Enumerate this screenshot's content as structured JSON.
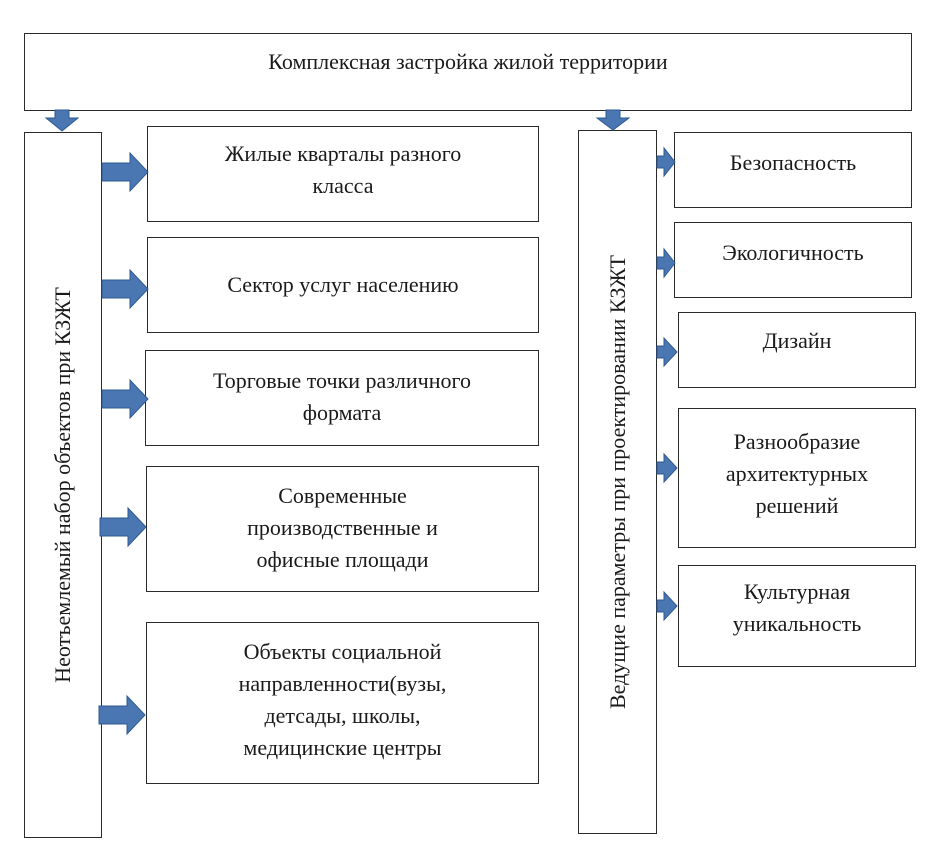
{
  "header": {
    "title": "Комплексная застройка жилой территории"
  },
  "left_column": {
    "label": "Неотъемлемый  набор объектов при КЗЖТ",
    "items": [
      {
        "lines": [
          "Жилые кварталы разного",
          "класса"
        ]
      },
      {
        "lines": [
          "Сектор услуг населению"
        ]
      },
      {
        "lines": [
          "Торговые точки различного",
          "формата"
        ]
      },
      {
        "lines": [
          "Современные",
          "производственные и",
          "офисные площади"
        ]
      },
      {
        "lines": [
          "Объекты социальной",
          "направленности(вузы,",
          "детсады, школы,",
          "медицинские центры"
        ]
      }
    ]
  },
  "right_column": {
    "label": "Ведущие параметры при проектировании КЗЖТ",
    "items": [
      {
        "lines": [
          "Безопасность"
        ]
      },
      {
        "lines": [
          "Экологичность"
        ]
      },
      {
        "lines": [
          "Дизайн"
        ]
      },
      {
        "lines": [
          "Разнообразие",
          "архитектурных",
          "решений"
        ]
      },
      {
        "lines": [
          "Культурная",
          "уникальность"
        ]
      }
    ]
  },
  "colors": {
    "arrow_fill": "#4a76b2",
    "border": "#2a2a2a"
  }
}
